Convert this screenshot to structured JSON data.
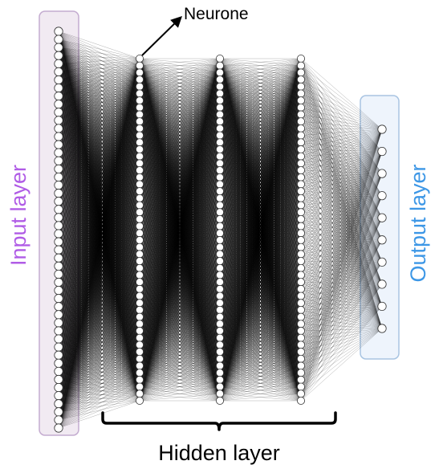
{
  "labels": {
    "input": "Input layer",
    "output": "Output layer",
    "neuron": "Neurone",
    "hidden": "Hidden layer"
  },
  "colors": {
    "input_label": "#b05ce6",
    "input_box_fill": "#f1eaf2",
    "input_box_stroke": "#c4acd0",
    "output_label": "#3d97e6",
    "output_box_fill": "#eef4fc",
    "output_box_stroke": "#a8c4e2",
    "edge": "#000000",
    "node_fill": "#ffffff",
    "node_stroke": "#333333"
  },
  "network": {
    "input_neurons": 50,
    "hidden_layers": 3,
    "hidden_neurons_per_layer": 50,
    "output_neurons": 10
  }
}
